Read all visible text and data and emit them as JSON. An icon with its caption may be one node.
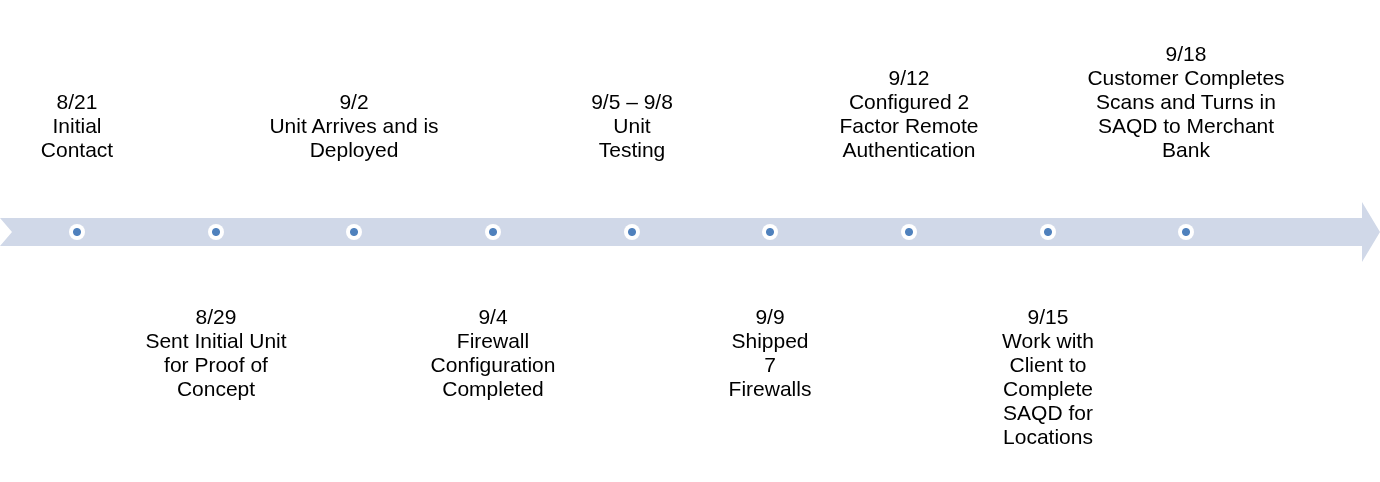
{
  "diagram": {
    "nodes": [
      {
        "text": [],
        "shape": "arrow"
      },
      {
        "text": [],
        "shape": "circle",
        "in": 0,
        "beside": [
          "8/21",
          "Initial Contact"
        ]
      },
      {
        "text": [],
        "shape": "circle",
        "in": 0,
        "beside": [
          "8/29",
          "Sent Initial Unit for Proof of Concept"
        ]
      },
      {
        "text": [],
        "shape": "circle",
        "in": 0,
        "beside": [
          "9/2",
          "Unit Arrives and is Deployed"
        ]
      },
      {
        "text": [],
        "shape": "circle",
        "in": 0,
        "beside": [
          "9/4",
          "Firewall Configuration Completed"
        ]
      },
      {
        "text": [],
        "shape": "circle",
        "in": 0,
        "beside": [
          "9/5 – 9/8",
          "Unit Testing"
        ]
      },
      {
        "text": [],
        "shape": "circle",
        "in": 0,
        "beside": [
          "9/9",
          "Shipped 7 Firewalls"
        ]
      },
      {
        "text": [],
        "shape": "circle",
        "in": 0,
        "beside": [
          "9/12",
          "Configured 2 Factor Remote Authentication"
        ]
      },
      {
        "text": [],
        "shape": "circle",
        "in": 0,
        "beside": [
          "9/15",
          "Work with Client to Complete SAQD for Locations"
        ]
      },
      {
        "text": [],
        "shape": "circle",
        "in": 0,
        "beside": [
          "9/18",
          "Customer Completes Scans and Turns in SAQD to Merchant Bank"
        ]
      }
    ]
  }
}
